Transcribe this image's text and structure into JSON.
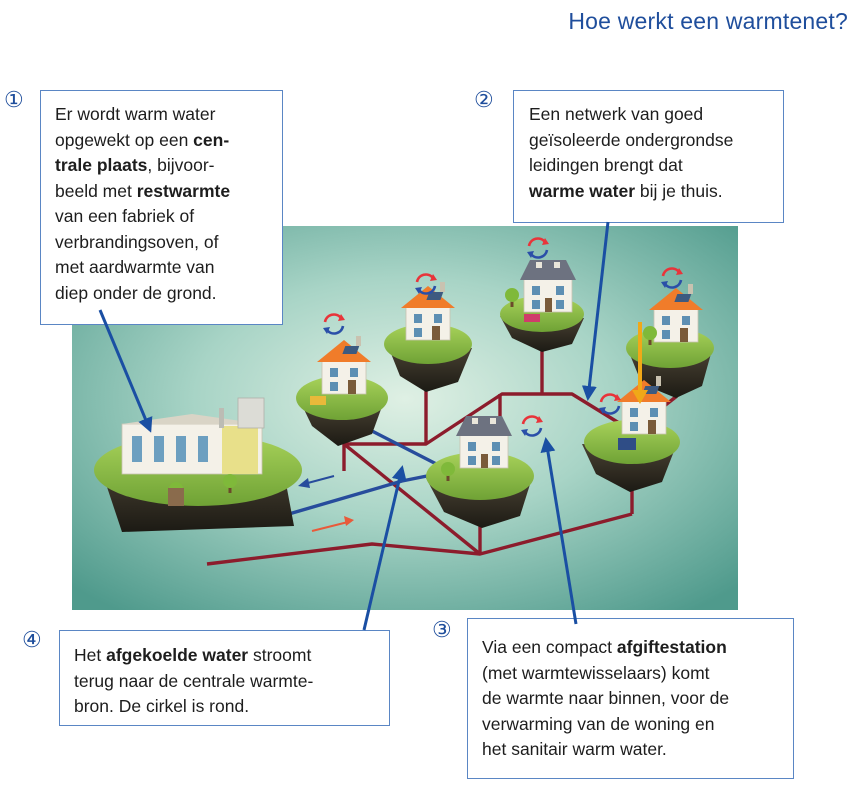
{
  "title": "Hoe werkt een warmtenet?",
  "steps": [
    {
      "number": "①",
      "lines": [
        [
          {
            "t": "Er wordt warm water"
          }
        ],
        [
          {
            "t": "opgewekt op een "
          },
          {
            "t": "cen-",
            "b": true
          }
        ],
        [
          {
            "t": "trale plaats",
            "b": true
          },
          {
            "t": ", bijvoor-"
          }
        ],
        [
          {
            "t": "beeld met "
          },
          {
            "t": "restwarmte",
            "b": true
          }
        ],
        [
          {
            "t": "van een fabriek of"
          }
        ],
        [
          {
            "t": "verbrandingsoven, of"
          }
        ],
        [
          {
            "t": "met aardwarmte van"
          }
        ],
        [
          {
            "t": "diep onder de grond."
          }
        ]
      ]
    },
    {
      "number": "②",
      "lines": [
        [
          {
            "t": "Een netwerk van goed"
          }
        ],
        [
          {
            "t": "geïsoleerde ondergrondse"
          }
        ],
        [
          {
            "t": "leidingen brengt dat"
          }
        ],
        [
          {
            "t": "warme water",
            "b": true
          },
          {
            "t": " bij je thuis."
          }
        ]
      ]
    },
    {
      "number": "③",
      "lines": [
        [
          {
            "t": "Via een compact "
          },
          {
            "t": "afgiftestation",
            "b": true
          }
        ],
        [
          {
            "t": "(met warmtewisselaars) komt"
          }
        ],
        [
          {
            "t": "de warmte naar binnen, voor de"
          }
        ],
        [
          {
            "t": "verwarming van de woning en"
          }
        ],
        [
          {
            "t": "het sanitair warm water."
          }
        ]
      ]
    },
    {
      "number": "④",
      "lines": [
        [
          {
            "t": "Het "
          },
          {
            "t": "afgekoelde water",
            "b": true
          },
          {
            "t": " stroomt"
          }
        ],
        [
          {
            "t": "terug naar de centrale warmte-"
          }
        ],
        [
          {
            "t": "bron. De cirkel is rond."
          }
        ]
      ]
    }
  ],
  "colors": {
    "title": "#1f4e9c",
    "box_border": "#5a86c4",
    "arrow": "#1a4fa3",
    "supply_pipe": "#8c1c2c",
    "return_pipe": "#274c9c",
    "island_grass": "#8fbf3f",
    "background_teal": "#6fb3a4",
    "roof": "#f07c2a",
    "heat_arrow": "#f0a818"
  }
}
